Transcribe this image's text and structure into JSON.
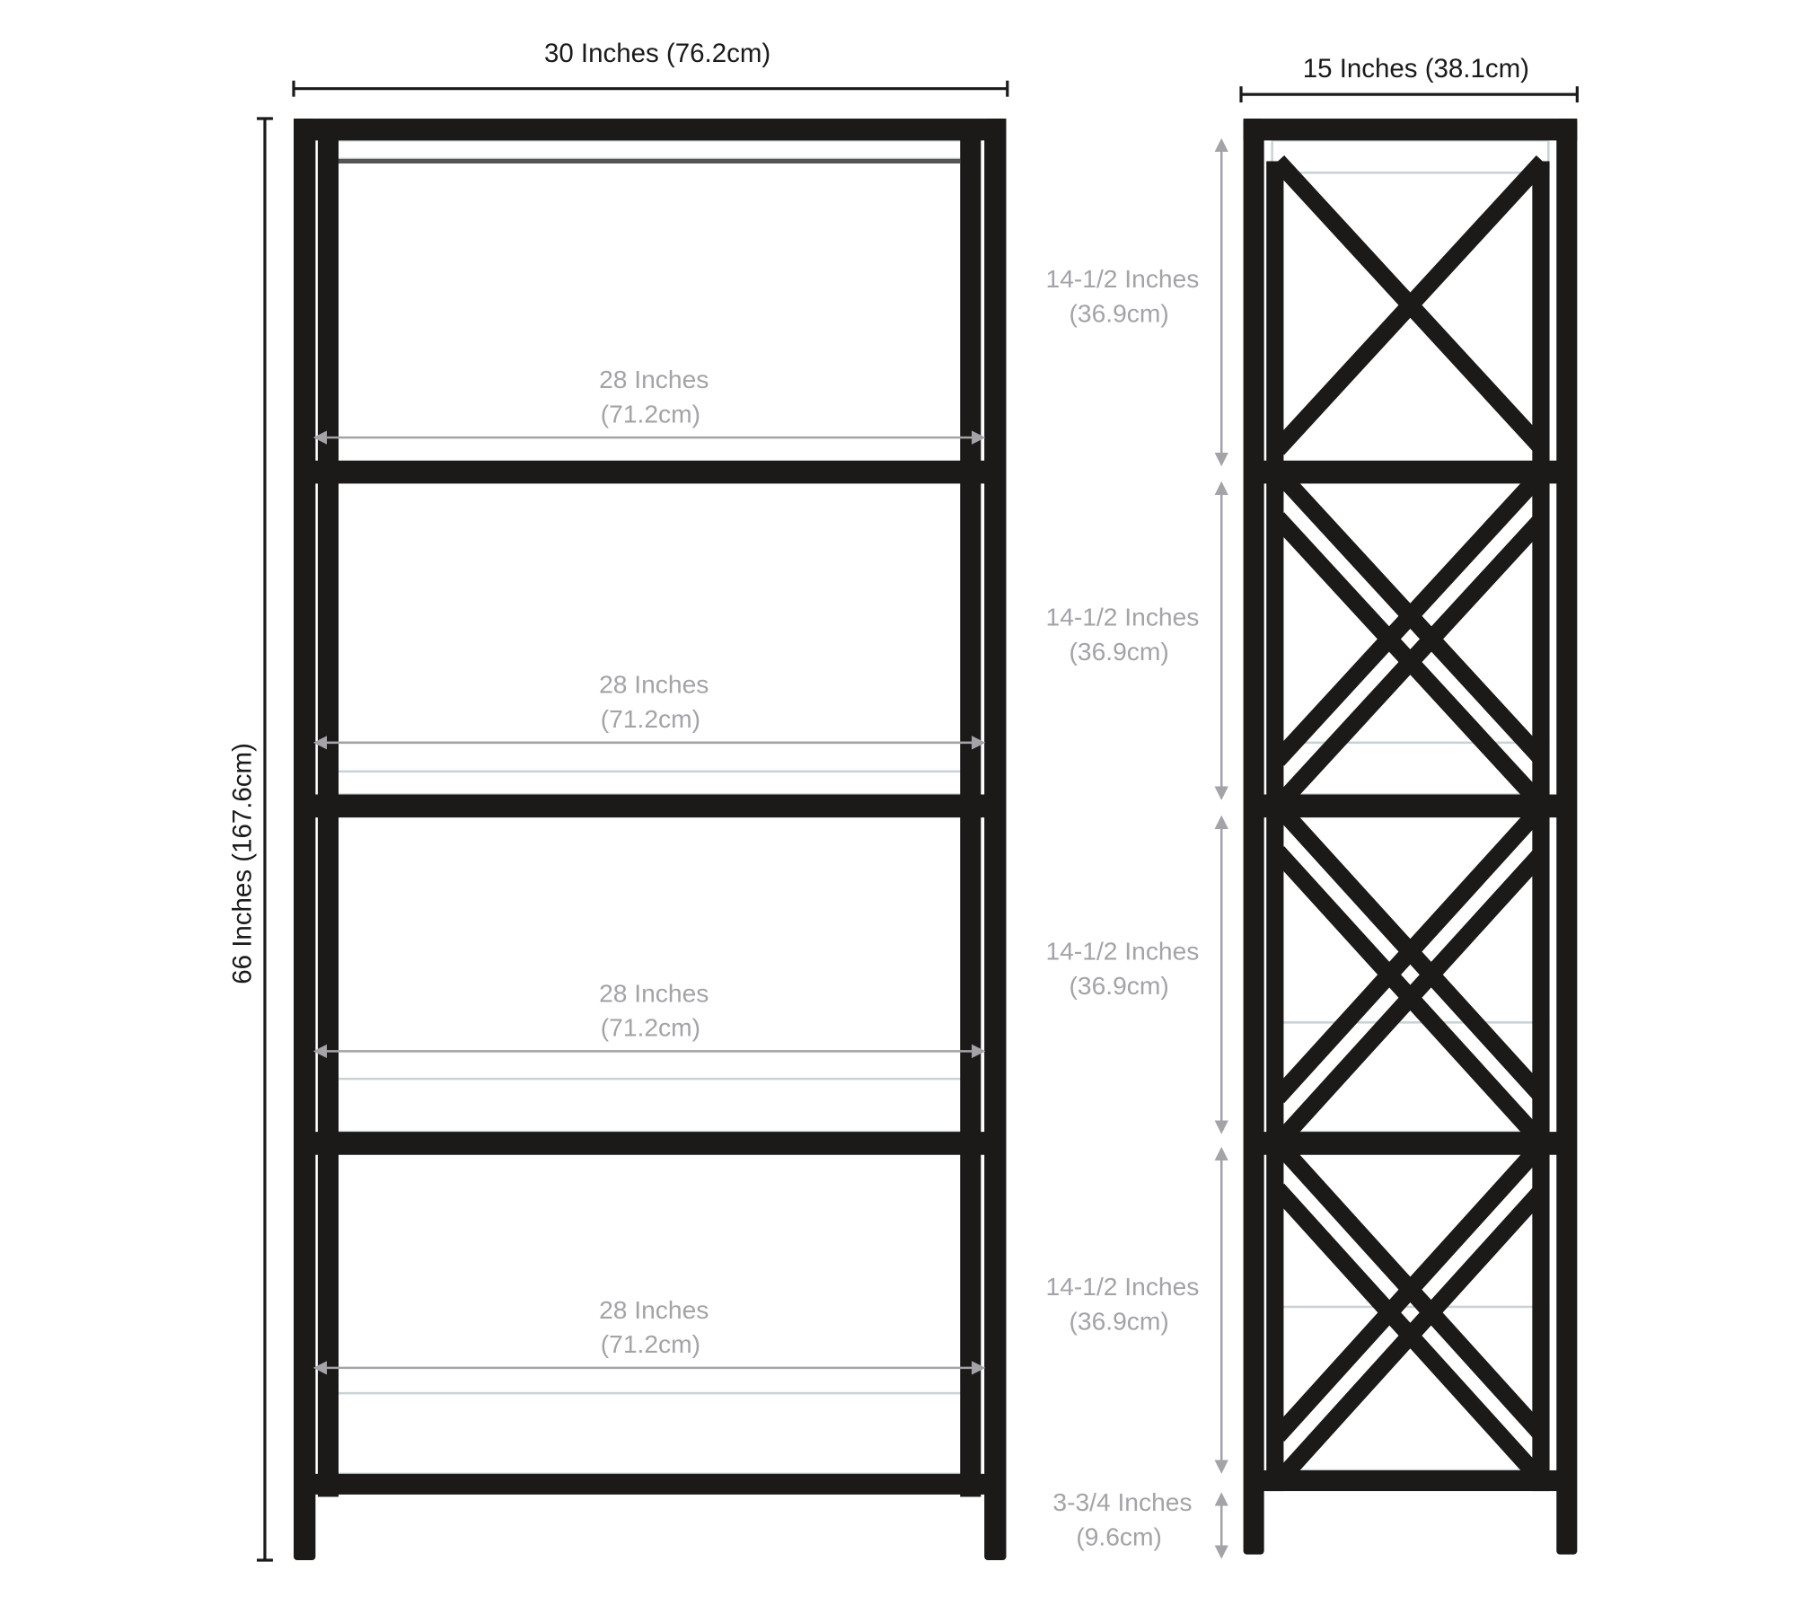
{
  "front_view": {
    "width_label": "30 Inches (76.2cm)",
    "height_label": "66 Inches (167.6cm)",
    "shelf_widths": [
      {
        "in": "28 Inches",
        "cm": "(71.2cm)"
      },
      {
        "in": "28 Inches",
        "cm": "(71.2cm)"
      },
      {
        "in": "28 Inches",
        "cm": "(71.2cm)"
      },
      {
        "in": "28 Inches",
        "cm": "(71.2cm)"
      }
    ]
  },
  "side_view": {
    "depth_label": "15 Inches (38.1cm)",
    "spacings": [
      {
        "in": "14-1/2 Inches",
        "cm": "(36.9cm)"
      },
      {
        "in": "14-1/2 Inches",
        "cm": "(36.9cm)"
      },
      {
        "in": "14-1/2 Inches",
        "cm": "(36.9cm)"
      },
      {
        "in": "14-1/2 Inches",
        "cm": "(36.9cm)"
      },
      {
        "in": "3-3/4 Inches",
        "cm": "(9.6cm)"
      }
    ]
  },
  "colors": {
    "frame": "#1c1a19",
    "dim_dark": "#1a1a1a",
    "dim_gray": "#a3a3a8",
    "glass": "#c9d3d6"
  }
}
